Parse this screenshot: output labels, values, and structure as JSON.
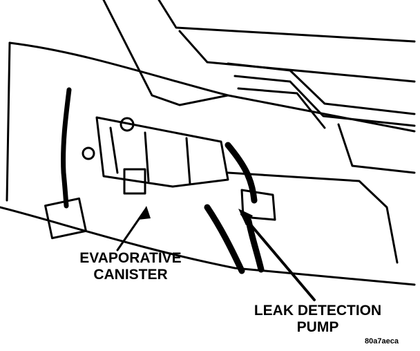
{
  "labels": {
    "evaporative_canister": [
      "EVAPORATIVE",
      "CANISTER"
    ],
    "leak_detection_pump": [
      "LEAK DETECTION",
      "PUMP"
    ]
  },
  "figure_id": "80a7aeca"
}
